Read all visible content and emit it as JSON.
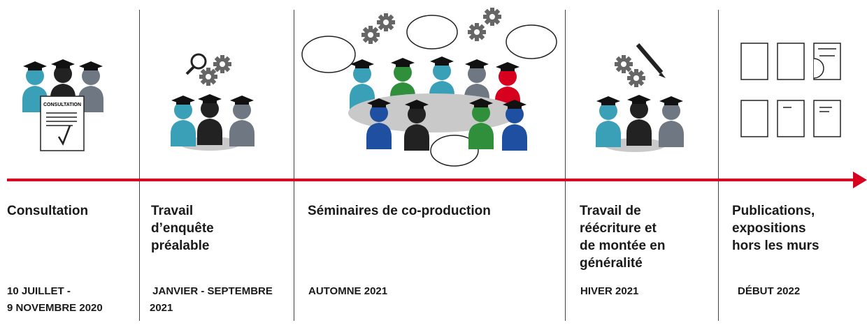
{
  "stages": [
    {
      "title": "Consultation",
      "date": "10 JUILLET -\n9 NOVEMBRE 2020",
      "icon": "consultation-icon"
    },
    {
      "title": "Travail\nd’enquête\npréalable",
      "date": " JANVIER - SEPTEMBRE\n2021",
      "icon": "research-team-icon"
    },
    {
      "title": "Séminaires de co-production",
      "date": "AUTOMNE 2021",
      "icon": "seminar-icon"
    },
    {
      "title": "Travail de\nréécriture et\nde montée en\ngénéralité",
      "date": "HIVER 2021",
      "icon": "rewriting-team-icon"
    },
    {
      "title": "Publications,\nexpositions\nhors les murs",
      "date": "DÉBUT 2022",
      "icon": "publications-icon"
    }
  ],
  "consultation_sheet_label": "CONSULTATION",
  "colors": {
    "timeline": "#d7001f",
    "divider": "#444444",
    "teal": "#3aa0b8",
    "grey": "#6f7782",
    "table": "#c9c9c9"
  }
}
